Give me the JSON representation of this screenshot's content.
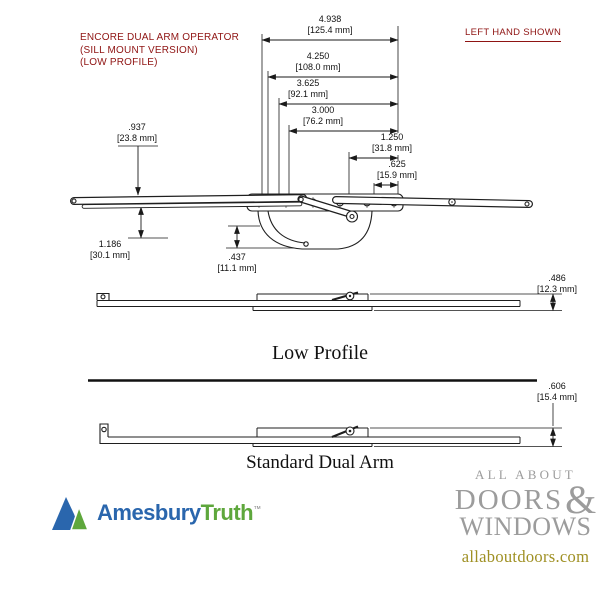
{
  "title": {
    "line1": "ENCORE DUAL ARM OPERATOR",
    "line2": "(SILL MOUNT VERSION)",
    "line3": "(LOW PROFILE)"
  },
  "hand_note": "LEFT HAND SHOWN",
  "dimensions": {
    "overall_width": {
      "in": "4.938",
      "mm": "[125.4 mm]"
    },
    "width_4250": {
      "in": "4.250",
      "mm": "[108.0 mm]"
    },
    "width_3625": {
      "in": "3.625",
      "mm": "[92.1 mm]"
    },
    "width_3000": {
      "in": "3.000",
      "mm": "[76.2 mm]"
    },
    "width_1250": {
      "in": "1.250",
      "mm": "[31.8 mm]"
    },
    "width_0625": {
      "in": ".625",
      "mm": "[15.9 mm]"
    },
    "height_0937": {
      "in": ".937",
      "mm": "[23.8 mm]"
    },
    "height_1186": {
      "in": "1.186",
      "mm": "[30.1 mm]"
    },
    "height_0437": {
      "in": ".437",
      "mm": "[11.1 mm]"
    },
    "low_profile_height": {
      "in": ".486",
      "mm": "[12.3 mm]"
    },
    "standard_height": {
      "in": ".606",
      "mm": "[15.4 mm]"
    }
  },
  "view_labels": {
    "low_profile": "Low Profile",
    "standard": "Standard Dual Arm"
  },
  "branding": {
    "amesbury": "Amesbury",
    "truth": "Truth",
    "trademark": "™",
    "all_about": "ALL ABOUT",
    "doors": "DOORS",
    "ampersand": "&",
    "windows": "WINDOWS",
    "website": "allaboutdoors.com"
  },
  "colors": {
    "annotation_red": "#8f1413",
    "drawing_line": "#1a1a1a",
    "amesbury_blue": "#2a66ad",
    "truth_green": "#5ea73c",
    "aad_gray": "#9c9c9c",
    "website_olive": "#9f9023"
  }
}
